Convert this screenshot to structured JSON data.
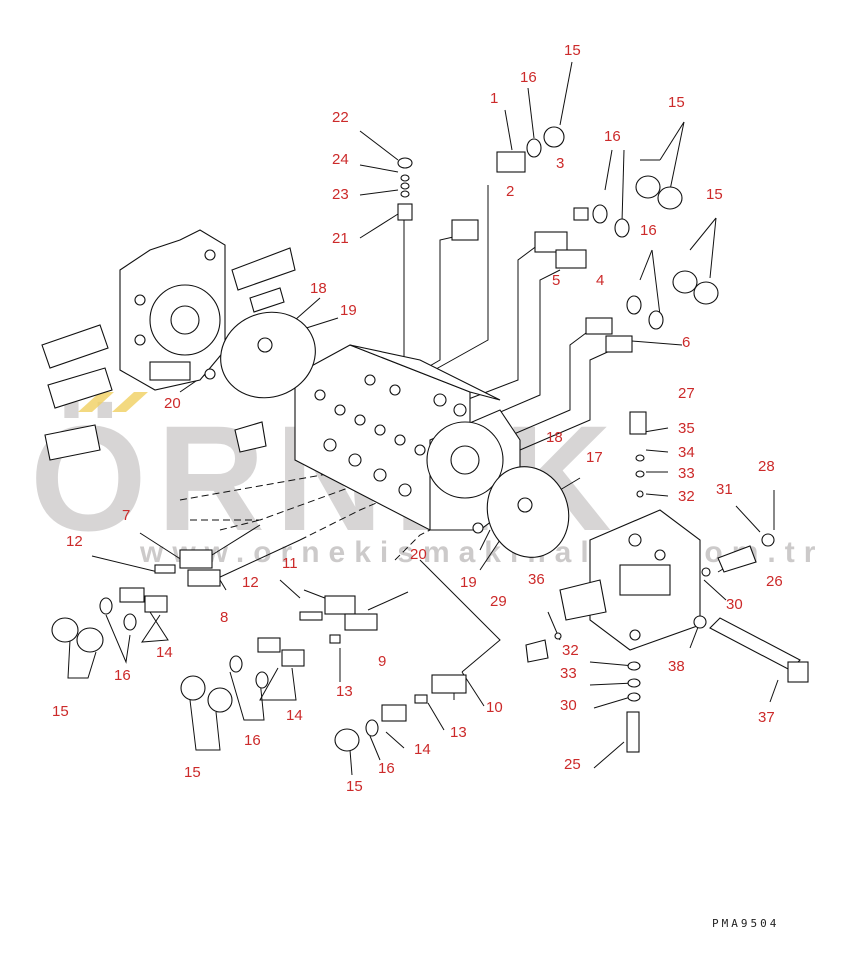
{
  "watermark": {
    "brand": "ÖRNEK",
    "url": "www.ornekismakinalari.com.tr"
  },
  "drawing_code": "PMA9504",
  "colors": {
    "label": "#cc2a2a",
    "line": "#111111",
    "watermark": "#b7b4b4",
    "watermark_accent": "#f0d060"
  },
  "callouts": [
    {
      "id": "c22",
      "text": "22"
    },
    {
      "id": "c24",
      "text": "24"
    },
    {
      "id": "c23",
      "text": "23"
    },
    {
      "id": "c21",
      "text": "21"
    },
    {
      "id": "c1",
      "text": "1"
    },
    {
      "id": "c16a",
      "text": "16"
    },
    {
      "id": "c15a",
      "text": "15"
    },
    {
      "id": "c2",
      "text": "2"
    },
    {
      "id": "c3",
      "text": "3"
    },
    {
      "id": "c15b",
      "text": "15"
    },
    {
      "id": "c16b",
      "text": "16"
    },
    {
      "id": "c15c",
      "text": "15"
    },
    {
      "id": "c16c",
      "text": "16"
    },
    {
      "id": "c5",
      "text": "5"
    },
    {
      "id": "c4",
      "text": "4"
    },
    {
      "id": "c6",
      "text": "6"
    },
    {
      "id": "c18a",
      "text": "18"
    },
    {
      "id": "c19a",
      "text": "19"
    },
    {
      "id": "c20a",
      "text": "20"
    },
    {
      "id": "c27",
      "text": "27"
    },
    {
      "id": "c35",
      "text": "35"
    },
    {
      "id": "c34",
      "text": "34"
    },
    {
      "id": "c33a",
      "text": "33"
    },
    {
      "id": "c32a",
      "text": "32"
    },
    {
      "id": "c28",
      "text": "28"
    },
    {
      "id": "c31",
      "text": "31"
    },
    {
      "id": "c18b",
      "text": "18"
    },
    {
      "id": "c17",
      "text": "17"
    },
    {
      "id": "c7",
      "text": "7"
    },
    {
      "id": "c12a",
      "text": "12"
    },
    {
      "id": "c12b",
      "text": "12"
    },
    {
      "id": "c11",
      "text": "11"
    },
    {
      "id": "c20b",
      "text": "20"
    },
    {
      "id": "c19b",
      "text": "19"
    },
    {
      "id": "c36",
      "text": "36"
    },
    {
      "id": "c26",
      "text": "26"
    },
    {
      "id": "c29",
      "text": "29"
    },
    {
      "id": "c30a",
      "text": "30"
    },
    {
      "id": "c8",
      "text": "8"
    },
    {
      "id": "c32b",
      "text": "32"
    },
    {
      "id": "c14a",
      "text": "14"
    },
    {
      "id": "c16d",
      "text": "16"
    },
    {
      "id": "c15d",
      "text": "15"
    },
    {
      "id": "c9",
      "text": "9"
    },
    {
      "id": "c13a",
      "text": "13"
    },
    {
      "id": "c38",
      "text": "38"
    },
    {
      "id": "c33b",
      "text": "33"
    },
    {
      "id": "c30b",
      "text": "30"
    },
    {
      "id": "c14b",
      "text": "14"
    },
    {
      "id": "c10",
      "text": "10"
    },
    {
      "id": "c16e",
      "text": "16"
    },
    {
      "id": "c15e",
      "text": "15"
    },
    {
      "id": "c13b",
      "text": "13"
    },
    {
      "id": "c37",
      "text": "37"
    },
    {
      "id": "c14c",
      "text": "14"
    },
    {
      "id": "c16f",
      "text": "16"
    },
    {
      "id": "c15f",
      "text": "15"
    },
    {
      "id": "c25",
      "text": "25"
    }
  ]
}
